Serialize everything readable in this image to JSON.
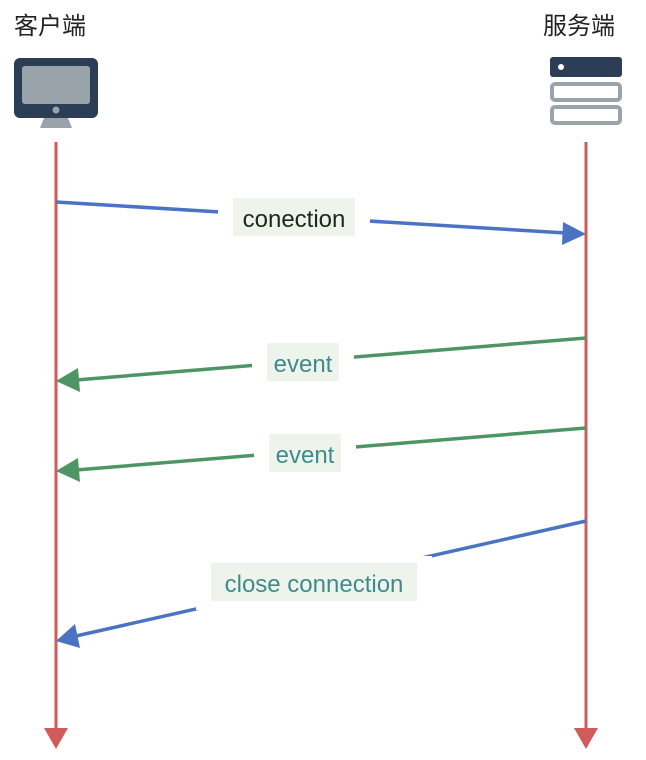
{
  "actors": {
    "client": {
      "label": "客户端",
      "icon": "monitor-icon"
    },
    "server": {
      "label": "服务端",
      "icon": "server-icon"
    }
  },
  "messages": [
    {
      "label": "conection",
      "direction": "client-to-server",
      "line_color": "#4a73c4",
      "text_color": "#1a2a1a"
    },
    {
      "label": "event",
      "direction": "server-to-client",
      "line_color": "#4e9566",
      "text_color": "#3f8b8b"
    },
    {
      "label": "event",
      "direction": "server-to-client",
      "line_color": "#4e9566",
      "text_color": "#3f8b8b"
    },
    {
      "label": "close connection",
      "direction": "server-to-client",
      "line_color": "#4a73c4",
      "text_color": "#3f8b8b"
    }
  ],
  "colors": {
    "lifeline": "#d15b5b",
    "label_background": "#eef4ec",
    "icon_dark": "#2c3e55",
    "icon_gray": "#9aa3aa"
  }
}
